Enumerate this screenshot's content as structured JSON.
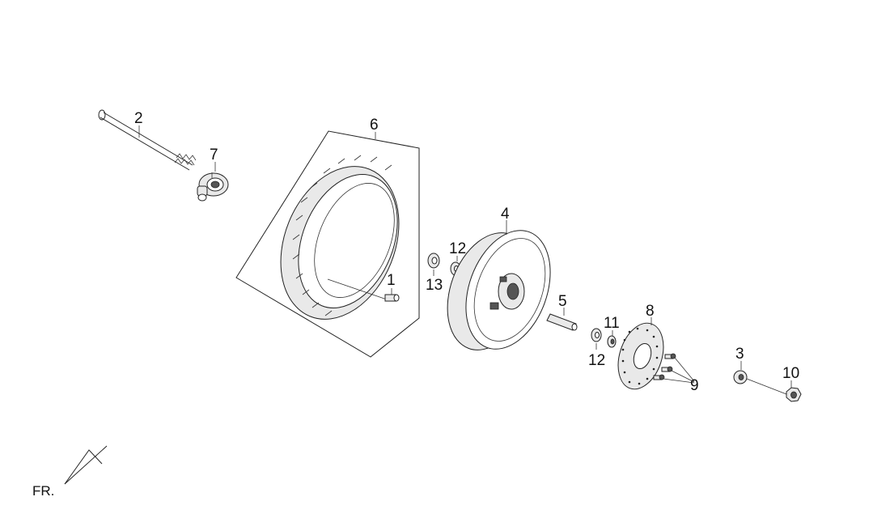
{
  "callouts": {
    "c1": "1",
    "c2": "2",
    "c3": "3",
    "c4": "4",
    "c5": "5",
    "c6": "6",
    "c7": "7",
    "c8": "8",
    "c9": "9",
    "c10": "10",
    "c11": "11",
    "c12a": "12",
    "c12b": "12",
    "c13": "13"
  },
  "direction_label": "FR."
}
